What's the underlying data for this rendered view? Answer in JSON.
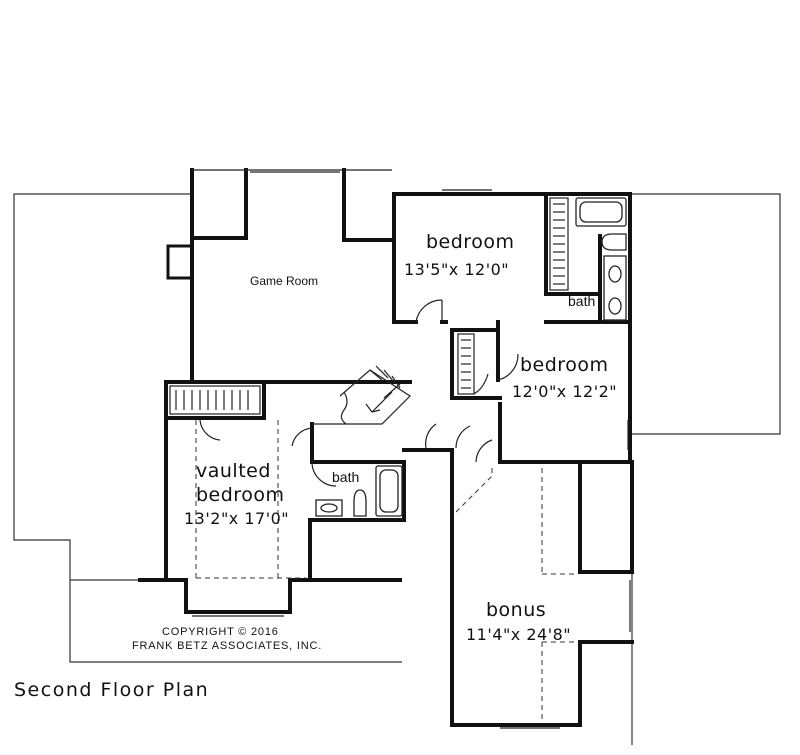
{
  "plan": {
    "caption": "Second Floor Plan",
    "copyright_line1": "COPYRIGHT  ©  2016",
    "copyright_line2": "FRANK BETZ ASSOCIATES, INC."
  },
  "rooms": {
    "game_room": {
      "name": "Game Room"
    },
    "bedroom_1": {
      "name": "bedroom",
      "dims": "13'5\"x 12'0\""
    },
    "bath_1": {
      "name": "bath"
    },
    "bedroom_2": {
      "name": "bedroom",
      "dims": "12'0\"x 12'2\""
    },
    "vaulted_bedroom": {
      "name_line1": "vaulted",
      "name_line2": "bedroom",
      "dims": "13'2\"x 17'0\""
    },
    "bath_2": {
      "name": "bath"
    },
    "bonus": {
      "name": "bonus",
      "dims": "11'4\"x 24'8\""
    }
  }
}
